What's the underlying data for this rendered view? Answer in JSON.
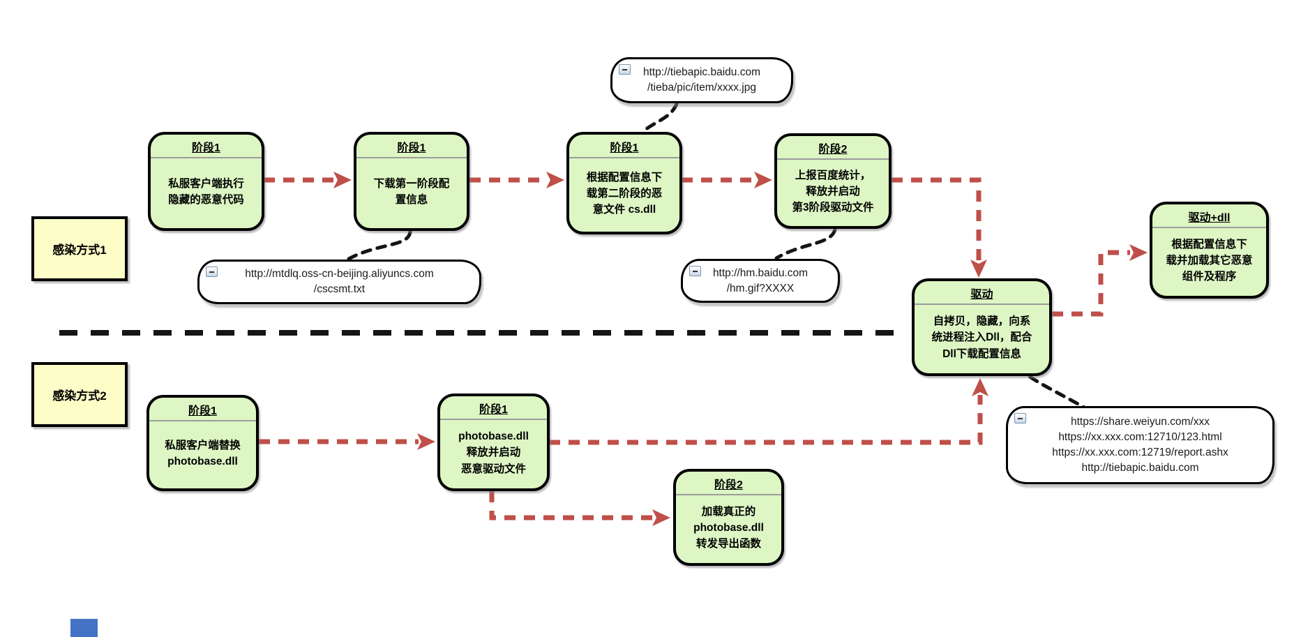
{
  "colors": {
    "node-fill": "#ddf6c4",
    "node-border": "#000000",
    "label-fill": "#fdfdc8",
    "note-fill": "#ffffff",
    "arrow-red": "#bf4f49",
    "connector-black": "#151515",
    "artifact-blue": "#4472c4"
  },
  "labels": [
    {
      "text": "感染方式1"
    },
    {
      "text": "感染方式2"
    }
  ],
  "nodes": [
    {
      "title": "阶段1",
      "body": "私服客户端执行\n隐藏的恶意代码"
    },
    {
      "title": "阶段1",
      "body": "下载第一阶段配\n置信息"
    },
    {
      "title": "阶段1",
      "body": "根据配置信息下\n载第二阶段的恶\n意文件 cs.dll"
    },
    {
      "title": "阶段2",
      "body": "上报百度统计，\n释放并启动\n第3阶段驱动文件"
    },
    {
      "title": "驱动",
      "body": "自拷贝，隐藏，向系\n统进程注入Dll，配合\nDll下载配置信息"
    },
    {
      "title": "驱动+dll",
      "body": "根据配置信息下\n载并加载其它恶意\n组件及程序"
    },
    {
      "title": "阶段1",
      "body": "私服客户端替换\nphotobase.dll"
    },
    {
      "title": "阶段1",
      "body": "photobase.dll\n释放并启动\n恶意驱动文件"
    },
    {
      "title": "阶段2",
      "body": "加载真正的\nphotobase.dll\n转发导出函数"
    }
  ],
  "notes": [
    {
      "icon": "collapse-minus-icon",
      "text": "http://tiebapic.baidu.com\n/tieba/pic/item/xxxx.jpg"
    },
    {
      "icon": "collapse-minus-icon",
      "text": "http://mtdlq.oss-cn-beijing.aliyuncs.com\n/cscsmt.txt"
    },
    {
      "icon": "collapse-minus-icon",
      "text": "http://hm.baidu.com\n/hm.gif?XXXX"
    },
    {
      "icon": "collapse-minus-icon",
      "text": "https://share.weiyun.com/xxx\nhttps://xx.xxx.com:12710/123.html\nhttps://xx.xxx.com:12719/report.ashx\nhttp://tiebapic.baidu.com"
    }
  ]
}
